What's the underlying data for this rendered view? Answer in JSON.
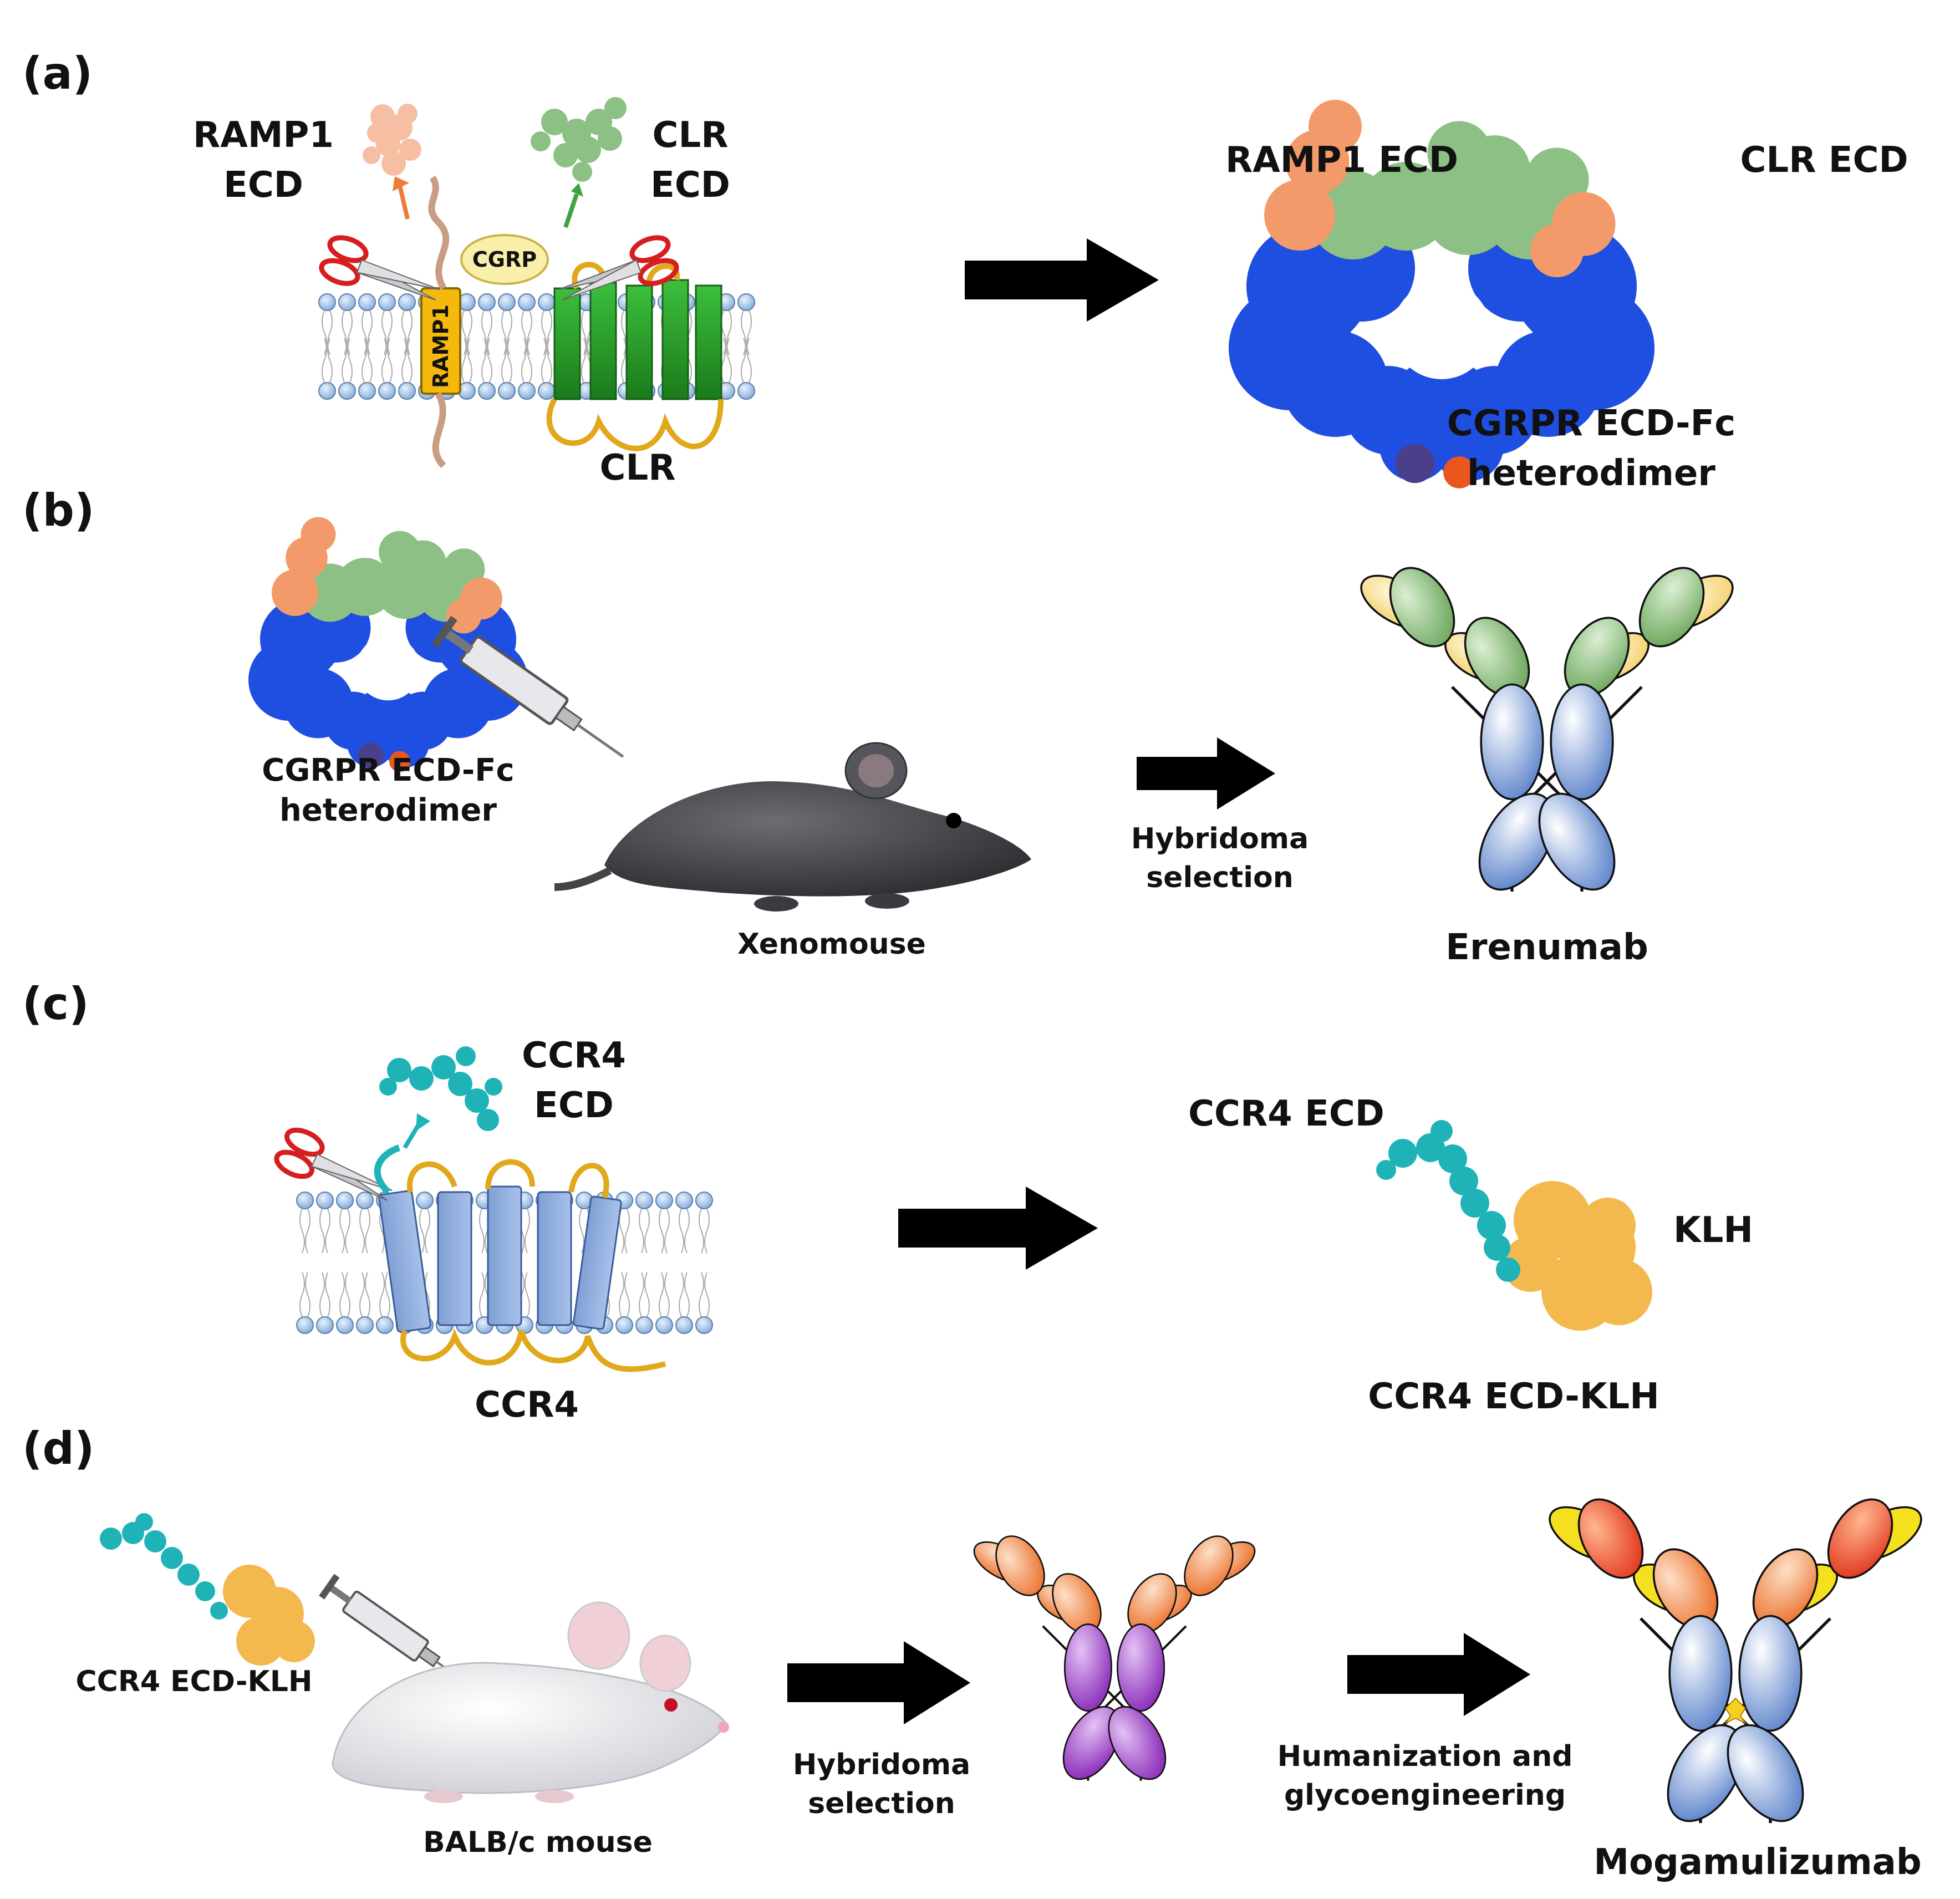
{
  "panels": {
    "a": "(a)",
    "b": "(b)",
    "c": "(c)",
    "d": "(d)"
  },
  "panel_a": {
    "ramp1_ecd_line1": "RAMP1",
    "ramp1_ecd_line2": "ECD",
    "clr_ecd_line1": "CLR",
    "clr_ecd_line2": "ECD",
    "cgrp": "CGRP",
    "ramp1": "RAMP1",
    "clr": "CLR",
    "right_ramp1_ecd": "RAMP1 ECD",
    "right_clr_ecd": "CLR ECD",
    "heterodimer_line1": "CGRPR ECD-Fc",
    "heterodimer_line2": "heterodimer"
  },
  "panel_b": {
    "heterodimer_line1": "CGRPR ECD-Fc",
    "heterodimer_line2": "heterodimer",
    "mouse": "Xenomouse",
    "step_line1": "Hybridoma",
    "step_line2": "selection",
    "antibody": "Erenumab"
  },
  "panel_c": {
    "ccr4_ecd_line1": "CCR4",
    "ccr4_ecd_line2": "ECD",
    "ccr4": "CCR4",
    "right_ccr4_ecd": "CCR4 ECD",
    "klh": "KLH",
    "conjugate": "CCR4 ECD-KLH"
  },
  "panel_d": {
    "conjugate": "CCR4 ECD-KLH",
    "mouse": "BALB/c mouse",
    "step1_line1": "Hybridoma",
    "step1_line2": "selection",
    "step2_line1": "Humanization and",
    "step2_line2": "glycoengineering",
    "antibody": "Mogamulizumab"
  },
  "colors": {
    "ramp1_ecd": "#f39a6b",
    "clr_ecd": "#8cc084",
    "fc_blue": "#1f4fe0",
    "ccr4_teal": "#1fb3b8",
    "klh_orange": "#f2b13b",
    "helix_green": "#2aa12a",
    "ramp1_yellow": "#f5b80c",
    "ab_green": "#8fbe80",
    "ab_blue": "#7fa3dc",
    "ab_orange": "#f0884a",
    "ab_purple": "#9b3dc4",
    "ab_red": "#e84a2a",
    "ab_yellow": "#f5e020",
    "arrow": "#000000"
  }
}
